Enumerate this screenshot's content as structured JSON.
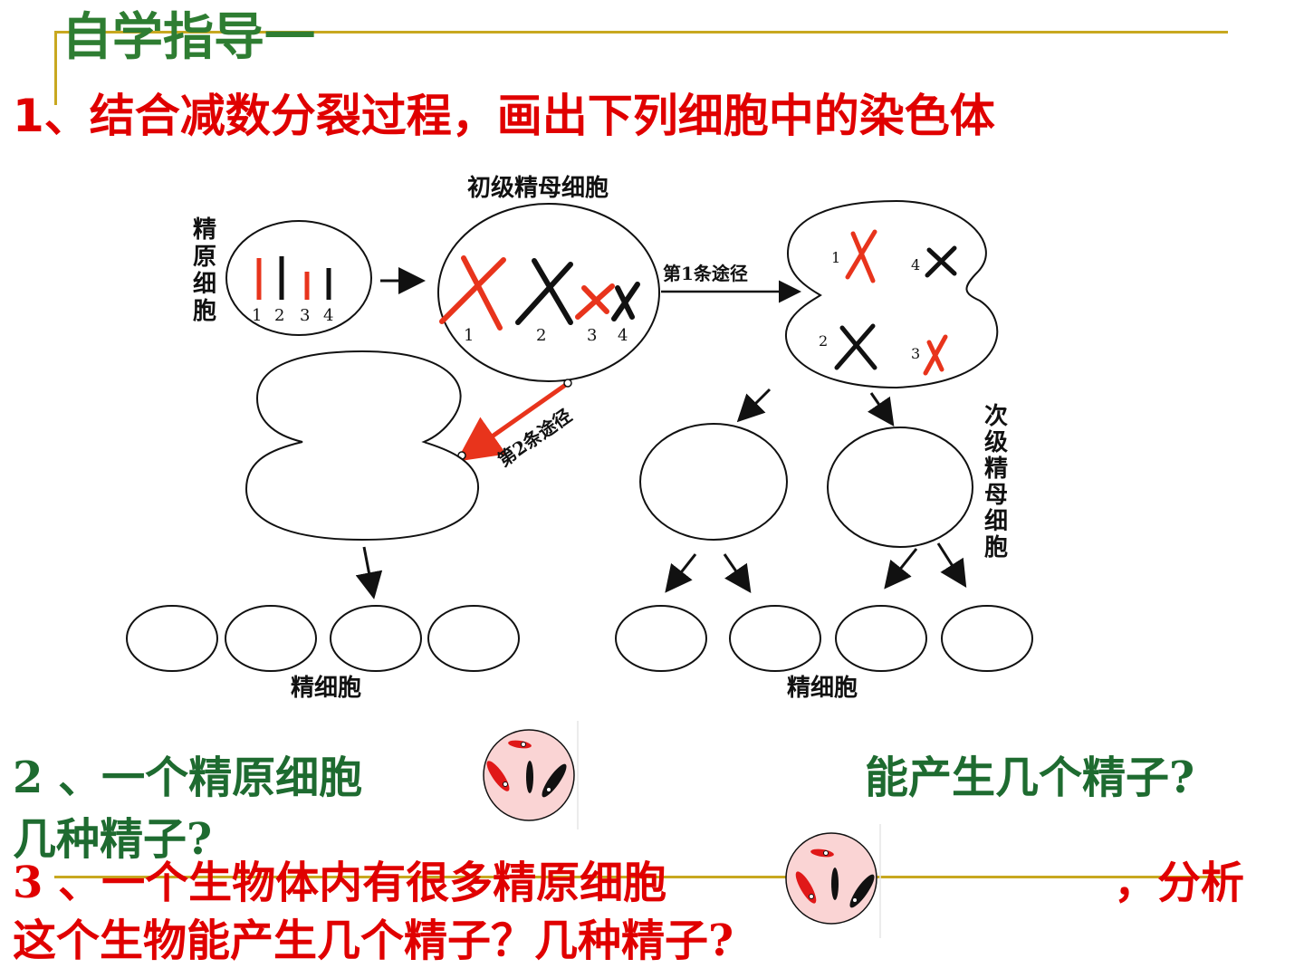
{
  "slide": {
    "title": "自学指导一",
    "q1": "1、结合减数分裂过程，画出下列细胞中的染色体",
    "q2_part1": "2 、一个精原细胞",
    "q2_part2": "能产生几个精子?",
    "q2_part3": "几种精子?",
    "q3_part1": "3 、一个生物体内有很多精原细胞",
    "q3_part2": "，分析",
    "q3_part3": "这个生物能产生几个精子？几种精子?"
  },
  "diagram": {
    "label_primary": "初级精母细胞",
    "label_spermatogonium": "精原细胞",
    "label_secondary": "次级精母细胞",
    "label_route1": "第1条途径",
    "label_route2": "第2条途径",
    "label_sperm_left": "精细胞",
    "label_sperm_right": "精细胞",
    "chromosome_numbers": [
      "1",
      "2",
      "3",
      "4"
    ],
    "colors": {
      "red": "#e8341c",
      "black": "#111111"
    }
  }
}
